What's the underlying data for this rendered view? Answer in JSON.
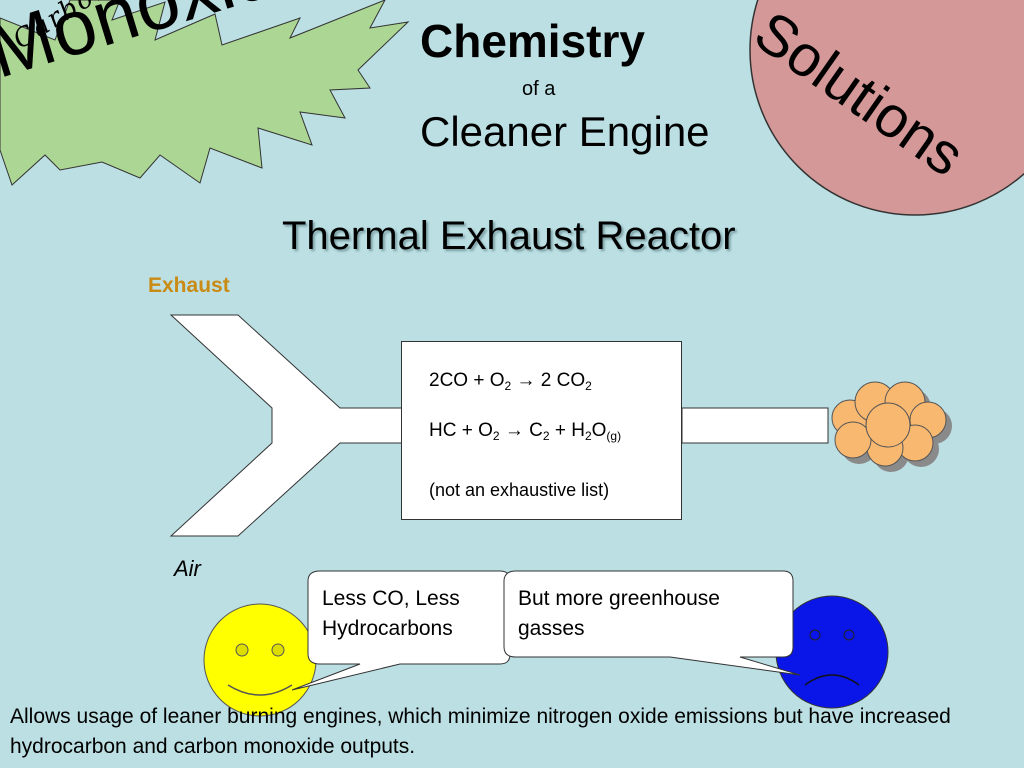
{
  "title": {
    "carbon": "Carbon",
    "monoxide": "Monoxide",
    "chemistry": "Chemistry",
    "of_a": "of a",
    "cleaner_engine": "Cleaner Engine",
    "solutions": "Solutions"
  },
  "heading": "Thermal Exhaust Reactor",
  "labels": {
    "exhaust": "Exhaust",
    "air": "Air"
  },
  "reactions": {
    "eq1": {
      "a": "2CO + O",
      "a_sub": "2",
      "arrow": "→",
      "b": "2 CO",
      "b_sub": "2"
    },
    "eq2": {
      "a": "HC + O",
      "a_sub": "2",
      "arrow": "→",
      "b": "C",
      "b_sub": "2",
      "c": "+ H",
      "c_sub": "2",
      "d": "O",
      "d_sub": "(g)"
    },
    "note": "(not an exhaustive list)"
  },
  "callouts": {
    "happy": "Less CO, Less Hydrocarbons",
    "sad": "But more greenhouse gasses"
  },
  "footer": "Allows usage of leaner burning engines, which minimize nitrogen oxide emissions but have increased hydrocarbon and carbon monoxide outputs.",
  "colors": {
    "background": "#bbdfe3",
    "starburst": "#acd694",
    "solutions_circle": "#d49898",
    "exhaust_label": "#c98b13",
    "cloud": "#f8b870",
    "happy_face": "#ffff00",
    "sad_face": "#0a15e8"
  },
  "icons": [
    "starburst",
    "smoke-cloud",
    "happy-face-icon",
    "sad-face-icon"
  ]
}
